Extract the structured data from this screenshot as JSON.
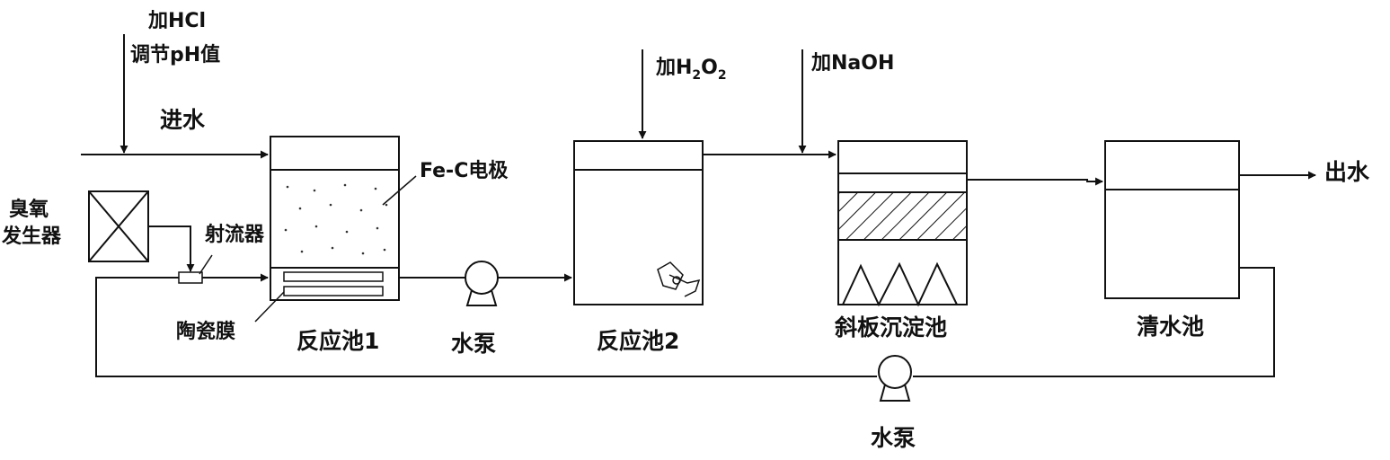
{
  "labels": {
    "add_hcl": "加HCl",
    "adjust_ph": "调节pH值",
    "inlet": "进水",
    "add_h2o2_prefix": "加H",
    "add_h2o2_sub1": "2",
    "add_h2o2_o": "O",
    "add_h2o2_sub2": "2",
    "add_naoh": "加NaOH",
    "outlet": "出水",
    "ozone_line1": "臭氧",
    "ozone_line2": "发生器",
    "ejector": "射流器",
    "fe_c_electrode": "Fe-C电极",
    "ceramic_membrane": "陶瓷膜",
    "reactor1": "反应池1",
    "pump1": "水泵",
    "reactor2": "反应池2",
    "settler": "斜板沉淀池",
    "clear_tank": "清水池",
    "pump2": "水泵"
  }
}
